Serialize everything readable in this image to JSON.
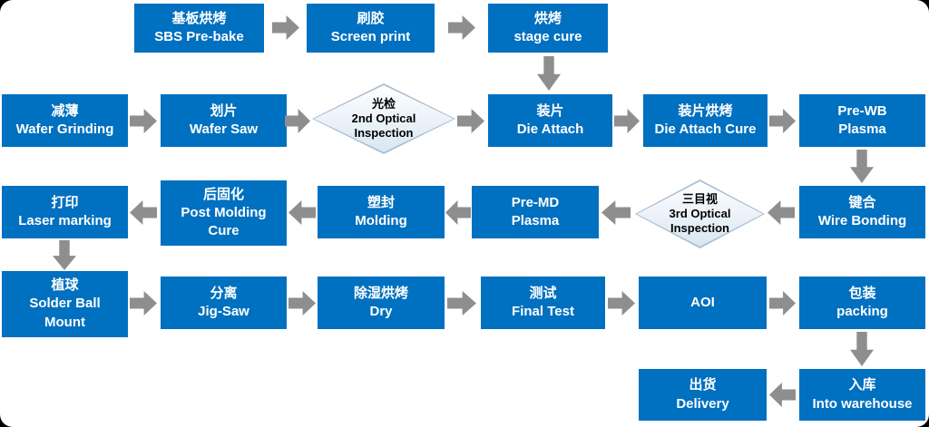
{
  "colors": {
    "box_blue": "#0070C0",
    "arrow_gray": "#8E8E8E",
    "diamond_edge": "#A8BDD1",
    "diamond_fill_top": "#FFFFFF",
    "diamond_fill_bottom": "#D9E6F2",
    "text_on_blue": "#FFFFFF",
    "text_on_diamond": "#000000",
    "canvas_bg": "#FFFFFF",
    "page_bg": "#000000"
  },
  "nodes": {
    "sbs_prebake": {
      "text": "基板烘烤\nSBS Pre-bake"
    },
    "screen_print": {
      "text": "刷胶\nScreen print"
    },
    "stage_cure": {
      "text": "烘烤\nstage cure"
    },
    "wafer_grinding": {
      "text": "减薄\nWafer Grinding"
    },
    "wafer_saw": {
      "text": "划片\nWafer Saw"
    },
    "optical_2nd": {
      "text": "光检\n2nd Optical\nInspection"
    },
    "die_attach": {
      "text": "装片\nDie Attach"
    },
    "die_attach_cure": {
      "text": "装片烘烤\nDie Attach Cure"
    },
    "pre_wb_plasma": {
      "text": "Pre-WB\nPlasma"
    },
    "wire_bonding": {
      "text": "键合\nWire Bonding"
    },
    "optical_3rd": {
      "text": "三目视\n3rd Optical\nInspection"
    },
    "pre_md_plasma": {
      "text": "Pre-MD\nPlasma"
    },
    "molding": {
      "text": "塑封\nMolding"
    },
    "post_molding_cure": {
      "text": "后固化\nPost Molding\nCure"
    },
    "laser_marking": {
      "text": "打印\nLaser marking"
    },
    "solder_ball_mount": {
      "text": "植球\nSolder Ball\nMount"
    },
    "jig_saw": {
      "text": "分离\nJig-Saw"
    },
    "dry": {
      "text": "除湿烘烤\nDry"
    },
    "final_test": {
      "text": "测试\nFinal Test"
    },
    "aoi": {
      "text": "AOI"
    },
    "packing": {
      "text": "包装\npacking"
    },
    "into_warehouse": {
      "text": "入库\nInto warehouse"
    },
    "delivery": {
      "text": "出货\nDelivery"
    }
  }
}
